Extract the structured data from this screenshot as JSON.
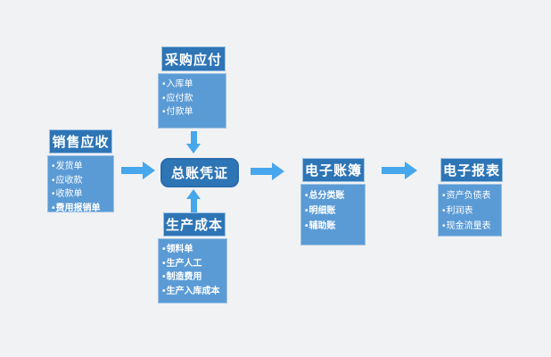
{
  "colors": {
    "background": "#F1F2F3",
    "header_bg": "#2E75B6",
    "body_bg": "#5B9BD5",
    "box_border": "#9CC2E5",
    "node_bg": "#2E75B6",
    "node_border": "#2A6CAD",
    "arrow": "#47A7EC",
    "text": "#FFFFFF"
  },
  "center_node": {
    "label": "总账凭证"
  },
  "boxes": {
    "sales": {
      "title": "销售应收",
      "items": [
        "发货单",
        "应收款",
        "收款单",
        "费用报销单"
      ]
    },
    "purchase": {
      "title": "采购应付",
      "items": [
        "入库单",
        "应付款",
        "付款单"
      ]
    },
    "production": {
      "title": "生产成本",
      "items": [
        "领料单",
        "生产人工",
        "制造费用",
        "生产入库成本"
      ]
    },
    "ledger": {
      "title": "电子账簿",
      "items": [
        "总分类账",
        "明细账",
        "辅助账"
      ]
    },
    "report": {
      "title": "电子报表",
      "items": [
        "资产负债表",
        "利润表",
        "现金流量表"
      ]
    }
  }
}
